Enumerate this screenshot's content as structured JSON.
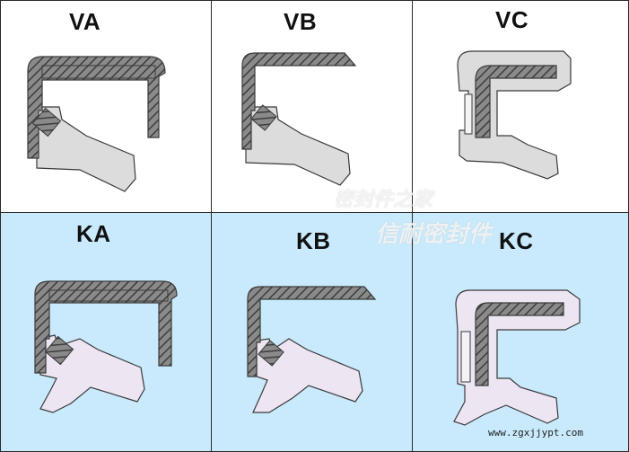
{
  "colors": {
    "top_row_bg": "#ffffff",
    "bottom_row_bg": "#c8eafc",
    "metal_case": "#6a6a6a",
    "rubber_top": "#dcdcdc",
    "rubber_bottom": "#ede6f2",
    "outline": "#3a3a3a"
  },
  "cells": [
    {
      "label": "VA",
      "shape": "va"
    },
    {
      "label": "VB",
      "shape": "vb"
    },
    {
      "label": "VC",
      "shape": "vc"
    },
    {
      "label": "KA",
      "shape": "ka"
    },
    {
      "label": "KB",
      "shape": "kb"
    },
    {
      "label": "KC",
      "shape": "kc"
    }
  ],
  "watermark": {
    "line1": "密封件之家",
    "line2": "信耐密封件"
  },
  "footer_url": "www.zgxjjypt.com"
}
